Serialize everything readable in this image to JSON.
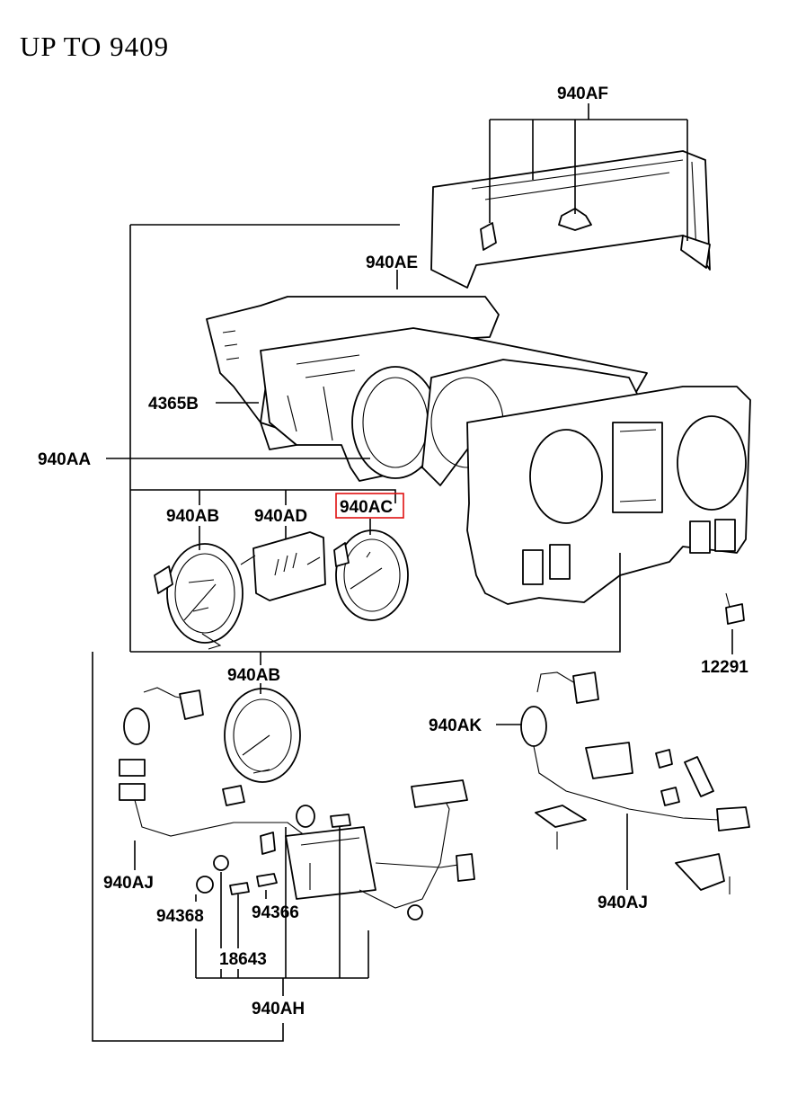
{
  "heading": "UP TO 9409",
  "callouts": {
    "c940AF": "940AF",
    "c940AE": "940AE",
    "c4365B": "4365B",
    "c940AA": "940AA",
    "c940AB_top": "940AB",
    "c940AD": "940AD",
    "c940AC": "940AC",
    "c12291": "12291",
    "c940AB_mid": "940AB",
    "c940AK": "940AK",
    "c940AJ_left": "940AJ",
    "c94368": "94368",
    "c94366": "94366",
    "c18643": "18643",
    "c940AH": "940AH",
    "c940AJ_right": "940AJ"
  },
  "highlighted_callout": "940AC",
  "colors": {
    "ink": "#000000",
    "paper": "#ffffff",
    "highlight": "#e01010"
  }
}
